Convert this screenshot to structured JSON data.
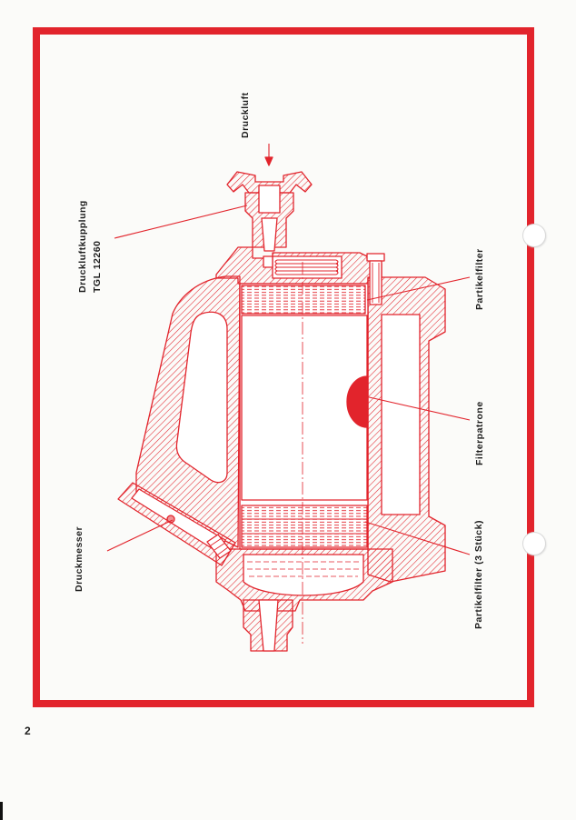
{
  "page": {
    "number": "2"
  },
  "labels": {
    "compressed_air": "Druckluft",
    "coupling": "Druckluftkupplung",
    "coupling_standard": "TGL 12260",
    "particle_filter_top": "Partikelfilter",
    "filter_cartridge": "Filterpatrone",
    "pressure_gauge": "Druckmesser",
    "particle_filter_bottom": "Partikelfilter (3 Stück)"
  },
  "colors": {
    "accent": "#e2242c",
    "paper": "#fbfbf9",
    "text": "#1c1c1c"
  },
  "icons": {
    "flow_arrow": "arrow-down-icon"
  }
}
